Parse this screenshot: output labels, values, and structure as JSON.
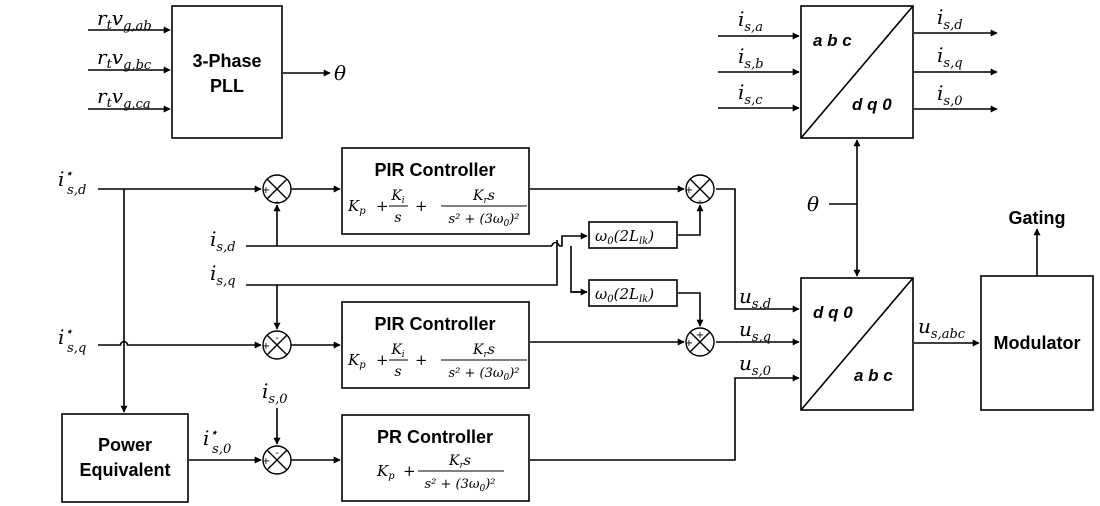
{
  "pll": {
    "title_line1": "3-Phase",
    "title_line2": "PLL",
    "inputs": [
      "r_t v_{g,ab}",
      "r_t v_{g,bc}",
      "r_t v_{g,ca}"
    ],
    "output": "θ"
  },
  "abc_dq0": {
    "top_label": "a b c",
    "bottom_label": "d q 0",
    "inputs": [
      "i_{s,a}",
      "i_{s,b}",
      "i_{s,c}"
    ],
    "outputs": [
      "i_{s,d}",
      "i_{s,q}",
      "i_{s,0}"
    ]
  },
  "controllers": [
    {
      "title": "PIR Controller",
      "formula": "K_p + K_i/s + K_r s/(s² + (3ω₀)²)"
    },
    {
      "title": "PIR Controller",
      "formula": "K_p + K_i/s + K_r s/(s² + (3ω₀)²)"
    },
    {
      "title": "PR Controller",
      "formula": "K_p + K_r s/(s² + (3ω₀)²)"
    }
  ],
  "references": [
    "i*_{s,d}",
    "i*_{s,q}",
    "i*_{s,0}"
  ],
  "feedback": [
    "i_{s,d}",
    "i_{s,q}",
    "i_{s,0}"
  ],
  "decoupling": "ω₀(2L_lk)",
  "dq0_abc": {
    "top_label": "d q 0",
    "bottom_label": "a b c",
    "inputs": [
      "u_{s,d}",
      "u_{s,q}",
      "u_{s,0}"
    ],
    "theta": "θ",
    "output": "u_{s,abc}"
  },
  "power_equivalent": {
    "line1": "Power",
    "line2": "Equivalent"
  },
  "modulator": {
    "label": "Modulator",
    "output": "Gating"
  }
}
